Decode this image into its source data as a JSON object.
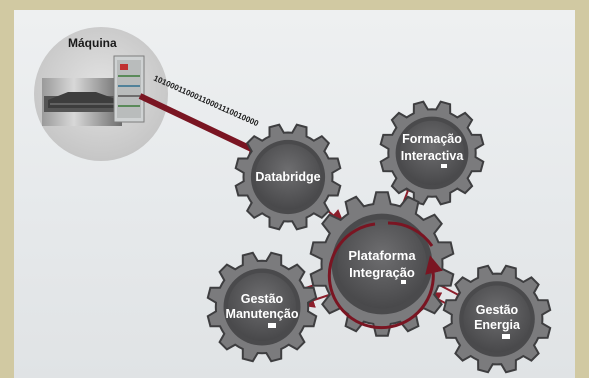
{
  "machine": {
    "title": "Máquina",
    "bitstream": "10100011000110001110010000"
  },
  "gears": {
    "databridge": {
      "label": "Databridge"
    },
    "formacao": {
      "label_line1": "Formação",
      "label_line2": "Interactiva"
    },
    "plataforma": {
      "label_line1": "Plataforma",
      "label_line2": "Integração"
    },
    "manutencao": {
      "label_line1": "Gestão",
      "label_line2": "Manutenção"
    },
    "energia": {
      "label_line1": "Gestão",
      "label_line2": "Energia"
    }
  },
  "colors": {
    "background": "#d1c9a2",
    "panel": "#e8eaec",
    "gear": "#7b7b7d",
    "gear_inner": "#5c5c5e",
    "accent": "#8c1e2b"
  }
}
